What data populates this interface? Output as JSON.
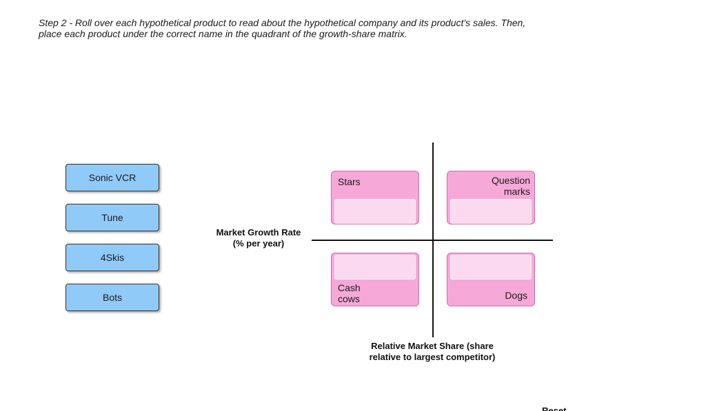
{
  "instructions": {
    "line1": "Step 2 - Roll over each hypothetical product to read about the hypothetical company and its product's sales. Then,",
    "line2": "place each product under the correct name in the quadrant of the growth-share matrix."
  },
  "products": [
    {
      "label": "Sonic VCR"
    },
    {
      "label": "Tune"
    },
    {
      "label": "4Skis"
    },
    {
      "label": "Bots"
    }
  ],
  "matrix": {
    "y_axis_label_1": "Market Growth Rate",
    "y_axis_label_2": "(% per year)",
    "x_axis_label_1": "Relative Market Share (share",
    "x_axis_label_2": "relative to largest competitor)",
    "quadrants": {
      "stars": {
        "line1": "Stars",
        "line2": ""
      },
      "question_marks": {
        "line1": "Question",
        "line2": "marks"
      },
      "cash_cows": {
        "line1": "Cash",
        "line2": "cows"
      },
      "dogs": {
        "line1": "Dogs",
        "line2": ""
      }
    }
  },
  "reset": {
    "label": "Reset"
  },
  "colors": {
    "product_card": "#90caf9",
    "quadrant": "#f6a9d9",
    "drop_slot": "#fbd9ee"
  }
}
